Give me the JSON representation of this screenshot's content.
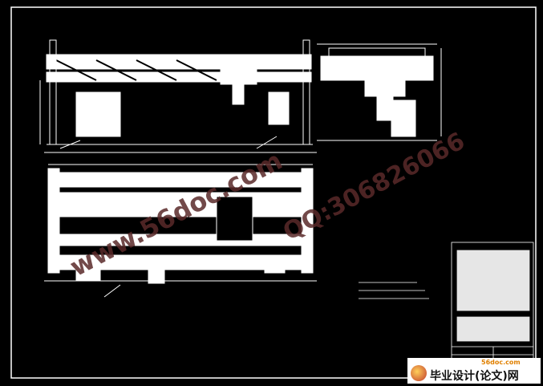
{
  "watermark": {
    "domain": "www.56doc.com",
    "qq": "QQ:306826066"
  },
  "badge": {
    "site": "56doc.com",
    "label": "毕业设计(论文)网"
  },
  "colors": {
    "background": "#000000",
    "lines": "#ffffff",
    "watermark": "#5a2a2a",
    "badge_accent": "#e08000"
  }
}
